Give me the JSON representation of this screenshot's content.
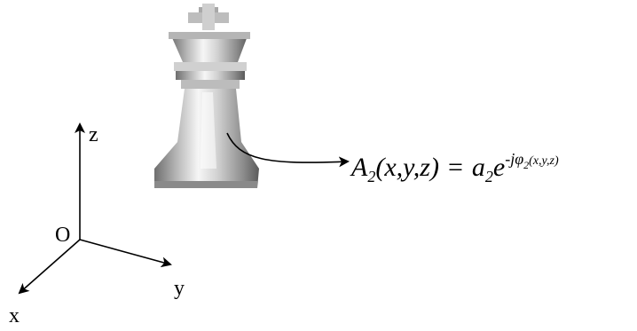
{
  "axes": {
    "origin_label": "O",
    "x_label": "x",
    "y_label": "y",
    "z_label": "z"
  },
  "object": {
    "icon": "chess-king-icon",
    "colors": {
      "light": "#f4f4f4",
      "mid": "#c8c8c8",
      "dark": "#7a7a7a",
      "shadow": "#4a4a4a"
    }
  },
  "formula": {
    "lhs_symbol": "A",
    "lhs_subscript": "2",
    "lhs_args": "(x,y,z)",
    "equals": "=",
    "rhs_symbol": "a",
    "rhs_subscript": "2",
    "exp_base": "e",
    "exp_prefix": "-jφ",
    "exp_subscript": "2",
    "exp_args": "(x,y,z)"
  }
}
